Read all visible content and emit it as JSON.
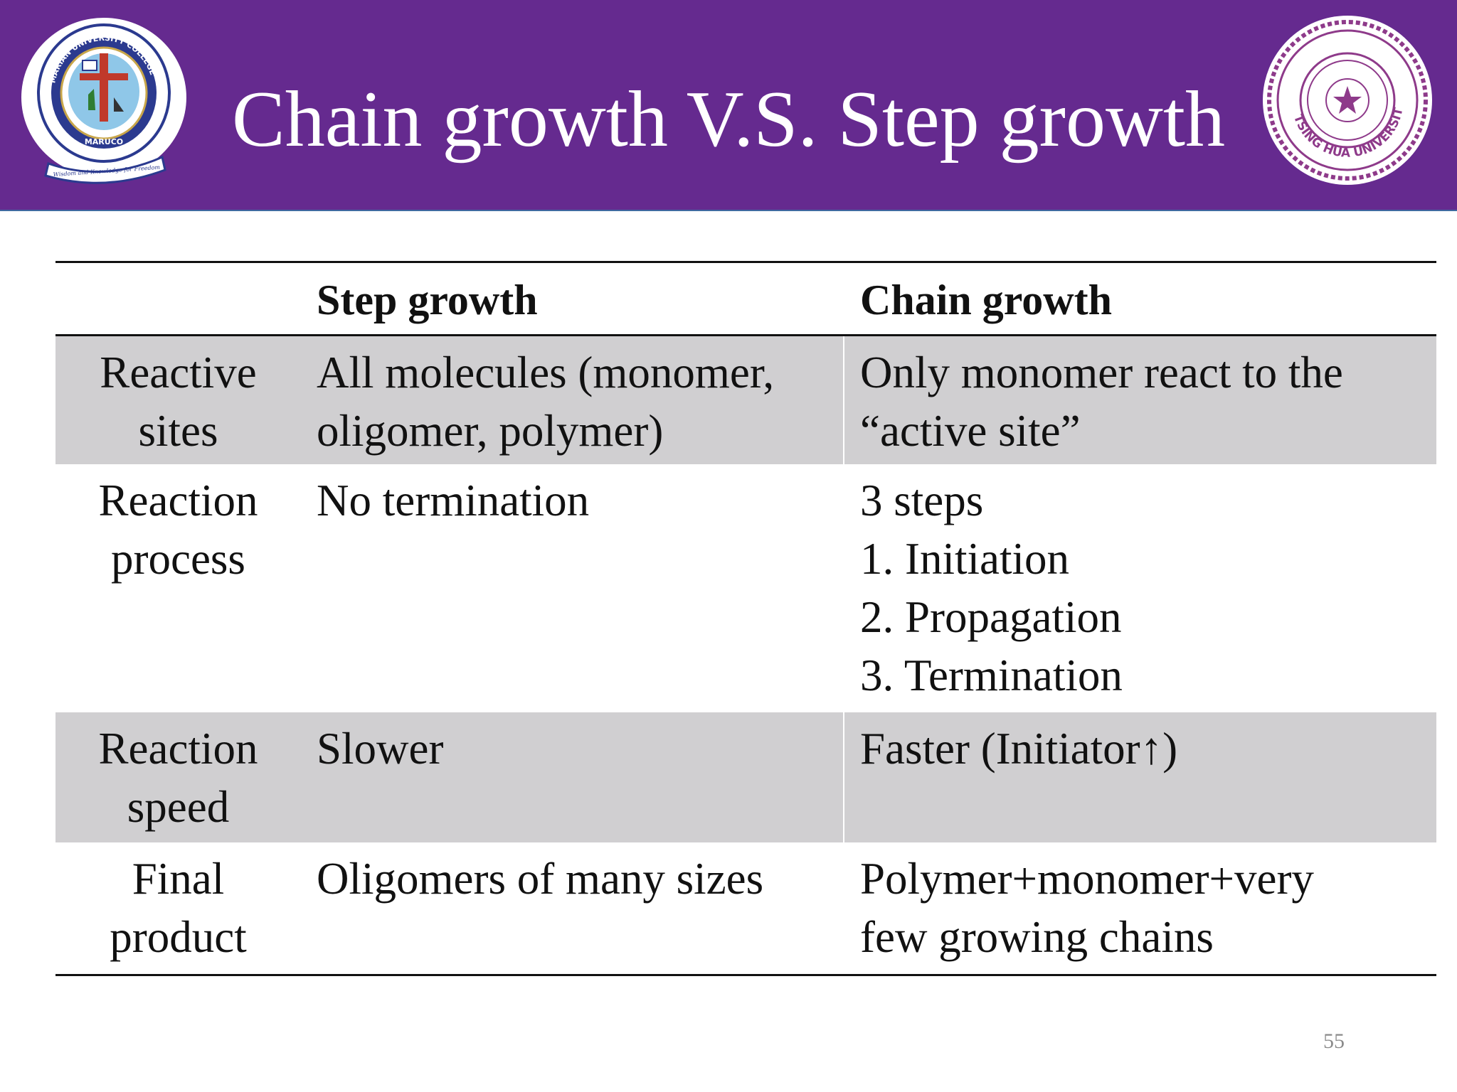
{
  "slide": {
    "title": "Chain growth V.S. Step growth",
    "page_number": "55",
    "header_color": "#652a8f",
    "row_shade_color": "#d0cfd1"
  },
  "logos": {
    "left": {
      "icon": "marian-university-college-crest",
      "ring_text": "MARIAN UNIVERSITY COLLEGE",
      "banner_text": "MARUCO",
      "motto": "Wisdom and Knowledge for Freedom"
    },
    "right": {
      "icon": "tsing-hua-university-seal",
      "ring_text": "TSING HUA UNIVERSITY"
    }
  },
  "table": {
    "headers": [
      "",
      "Step growth",
      "Chain growth"
    ],
    "rows": [
      {
        "label": [
          "Reactive",
          "sites"
        ],
        "step": [
          "All molecules (monomer,",
          "oligomer, polymer)"
        ],
        "chain": [
          "Only monomer react to the",
          "“active site”"
        ]
      },
      {
        "label": [
          "Reaction",
          "process"
        ],
        "step": [
          "No termination"
        ],
        "chain": [
          "3 steps",
          "1. Initiation",
          "2. Propagation",
          "3. Termination"
        ]
      },
      {
        "label": [
          "Reaction",
          "speed"
        ],
        "step": [
          "Slower"
        ],
        "chain": [
          "Faster (Initiator↑)"
        ]
      },
      {
        "label": [
          "Final",
          "product"
        ],
        "step": [
          "Oligomers of many sizes"
        ],
        "chain": [
          "Polymer+monomer+very",
          "few growing chains"
        ]
      }
    ]
  }
}
